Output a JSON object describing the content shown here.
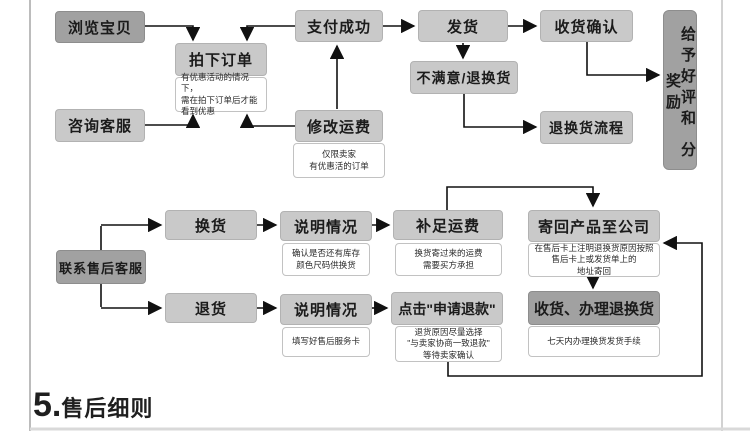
{
  "heading": {
    "number": "5.",
    "title": "售后细则"
  },
  "colors": {
    "box_light": "#c9c9c9",
    "box_dark": "#a1a1a1",
    "note_border": "#c2c2c2",
    "line": "#111111"
  },
  "flow_top": {
    "browse": "浏览宝贝",
    "place_order": "拍下订单",
    "place_order_note": "有优惠活动的情况下，\n需在拍下订单后才能\n看到优惠",
    "consult": "咨询客服",
    "payment_success": "支付成功",
    "modify_shipping": "修改运费",
    "modify_shipping_note": "仅限卖家\n有优惠活的订单",
    "ship": "发货",
    "unsatisfied": "不满意/退换货",
    "confirm_receipt": "收货确认",
    "return_process": "退换货流程",
    "review_reward": "给予好评和 分奖励"
  },
  "flow_bottom": {
    "contact": "联系售后客服",
    "exchange": "换货",
    "explain_exchange": "说明情况",
    "explain_exchange_note": "确认是否还有库存\n颜色尺码供换货",
    "pay_shipping": "补足运费",
    "pay_shipping_note": "换货寄过来的运费\n需要买方承担",
    "send_back": "寄回产品至公司",
    "send_back_note": "在售后卡上注明退换货原因按照\n售后卡上或发货单上的\n地址寄回",
    "return": "退货",
    "explain_return": "说明情况",
    "explain_return_note": "填写好售后服务卡",
    "click_refund": "点击\"申请退款\"",
    "click_refund_note": "退货原因尽量选择\n\"与卖家协商一致退款\"\n等待卖家确认",
    "receive_handle": "收货、办理退换货",
    "receive_handle_note": "七天内办理换货发货手续"
  }
}
